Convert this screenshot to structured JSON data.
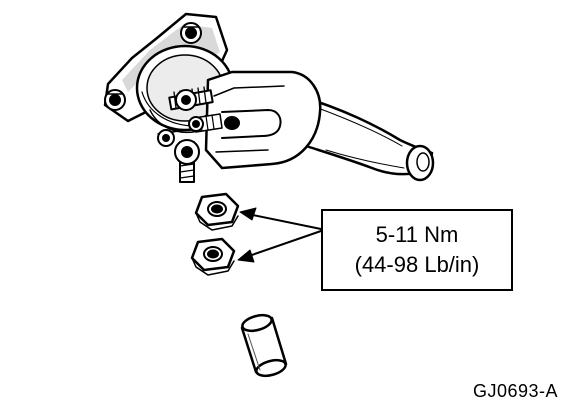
{
  "callout": {
    "torque_metric": "5-11 Nm",
    "torque_imperial": "(44-98 Lb/in)"
  },
  "figure_id": "GJ0693-A",
  "colors": {
    "ink": "#000000",
    "paper": "#ffffff"
  }
}
